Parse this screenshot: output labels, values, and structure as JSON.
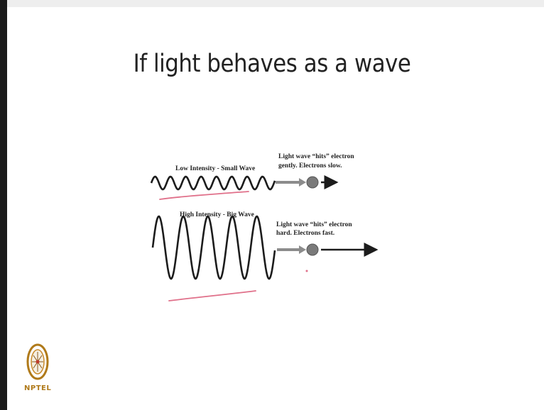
{
  "slide": {
    "title": "If light behaves as a wave"
  },
  "panels": [
    {
      "wave_label": "Low Intensity - Small Wave",
      "description_line1": "Light wave “hits” electron",
      "description_line2": "gently.  Electrons slow."
    },
    {
      "wave_label": "High Intensity - Big Wave",
      "description_line1": "Light wave “hits” electron",
      "description_line2": "hard.  Electrons fast."
    }
  ],
  "logo": {
    "text": "NPTEL"
  },
  "colors": {
    "ink": "#1c1c1c",
    "annotation": "#e0708a",
    "electron": "#7a7a7a",
    "arrow_gray": "#8c8c8c",
    "logo_gold": "#b07a1a"
  }
}
